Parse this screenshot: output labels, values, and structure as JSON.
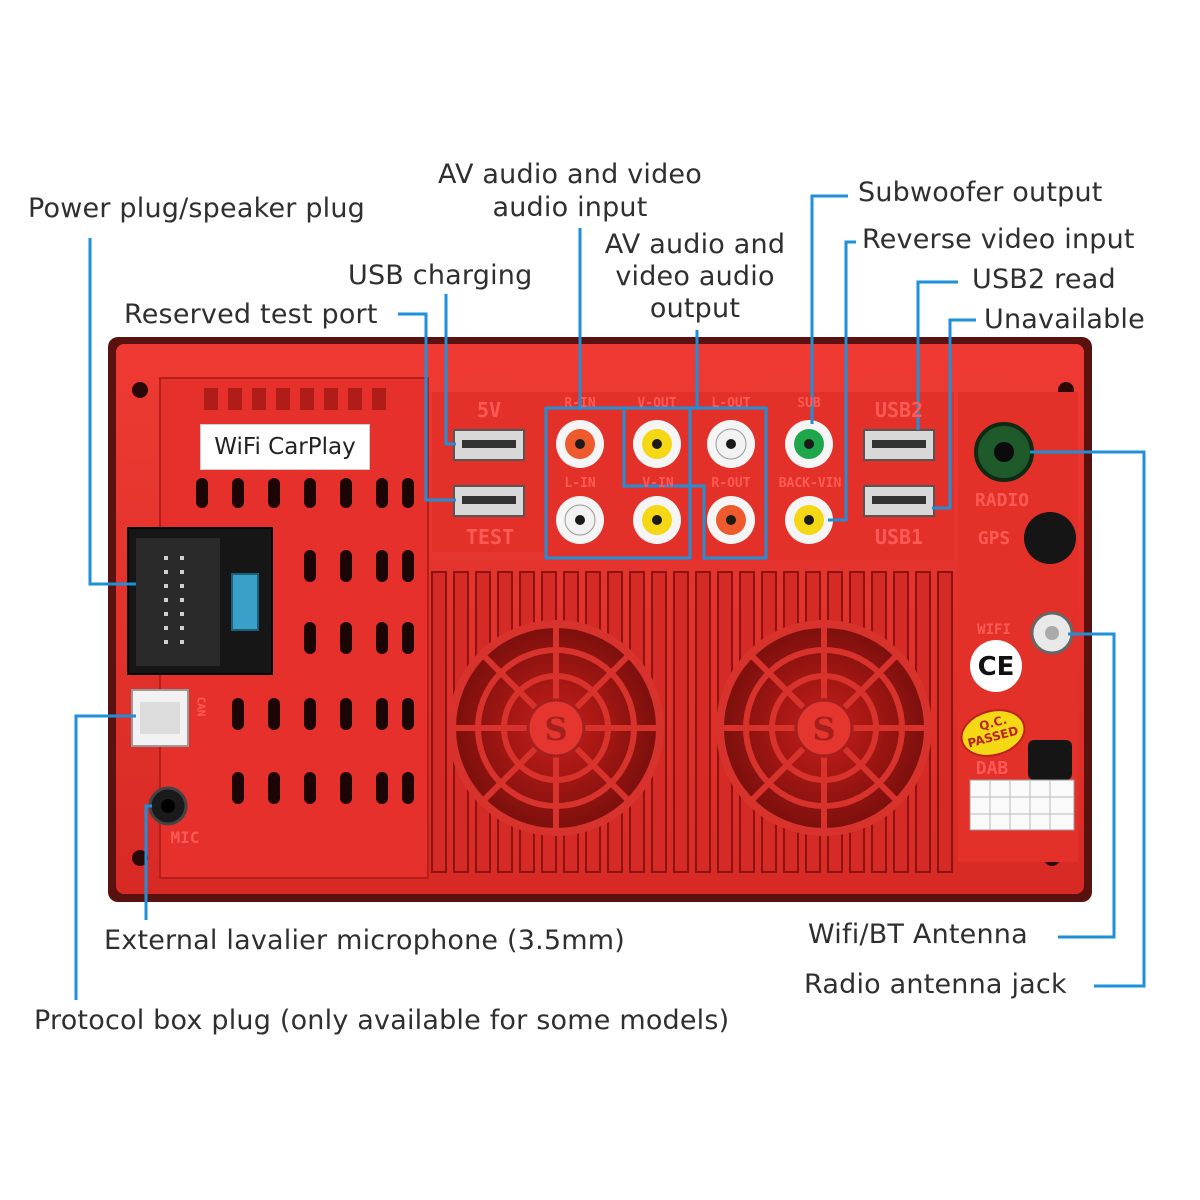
{
  "callouts": {
    "power_plug": "Power plug/speaker plug",
    "av_input": "AV audio and video audio input",
    "usb_charging": "USB charging",
    "reserved_test": "Reserved test port",
    "av_output": "AV audio and video audio output",
    "subwoofer": "Subwoofer output",
    "reverse_video": "Reverse video input",
    "usb2_read": "USB2 read",
    "unavailable": "Unavailable",
    "ext_mic": "External lavalier microphone (3.5mm)",
    "protocol_box": "Protocol box plug (only available for some models)",
    "wifi_bt": "Wifi/BT Antenna",
    "radio_jack": "Radio antenna jack"
  },
  "device": {
    "sticker": "WiFi CarPlay",
    "port_labels": {
      "usb_5v": "5V",
      "usb_test": "TEST",
      "r_in": "R-IN",
      "l_in": "L-IN",
      "v_out": "V-OUT",
      "v_in": "V-IN",
      "l_out": "L-OUT",
      "r_out": "R-OUT",
      "sub": "SUB",
      "back_vin": "BACK-VIN",
      "usb2": "USB2",
      "usb1": "USB1",
      "radio": "RADIO",
      "gps": "GPS",
      "wifi": "WIFI",
      "dab": "DAB",
      "can": "CAN",
      "mic": "MIC"
    },
    "badges": {
      "ce": "CE",
      "qc_line1": "Q.C.",
      "qc_line2": "PASSED"
    }
  },
  "colors": {
    "panel_red": "#e8312c",
    "leader_blue": "#1f8fd8",
    "text": "#2f2f2f"
  }
}
